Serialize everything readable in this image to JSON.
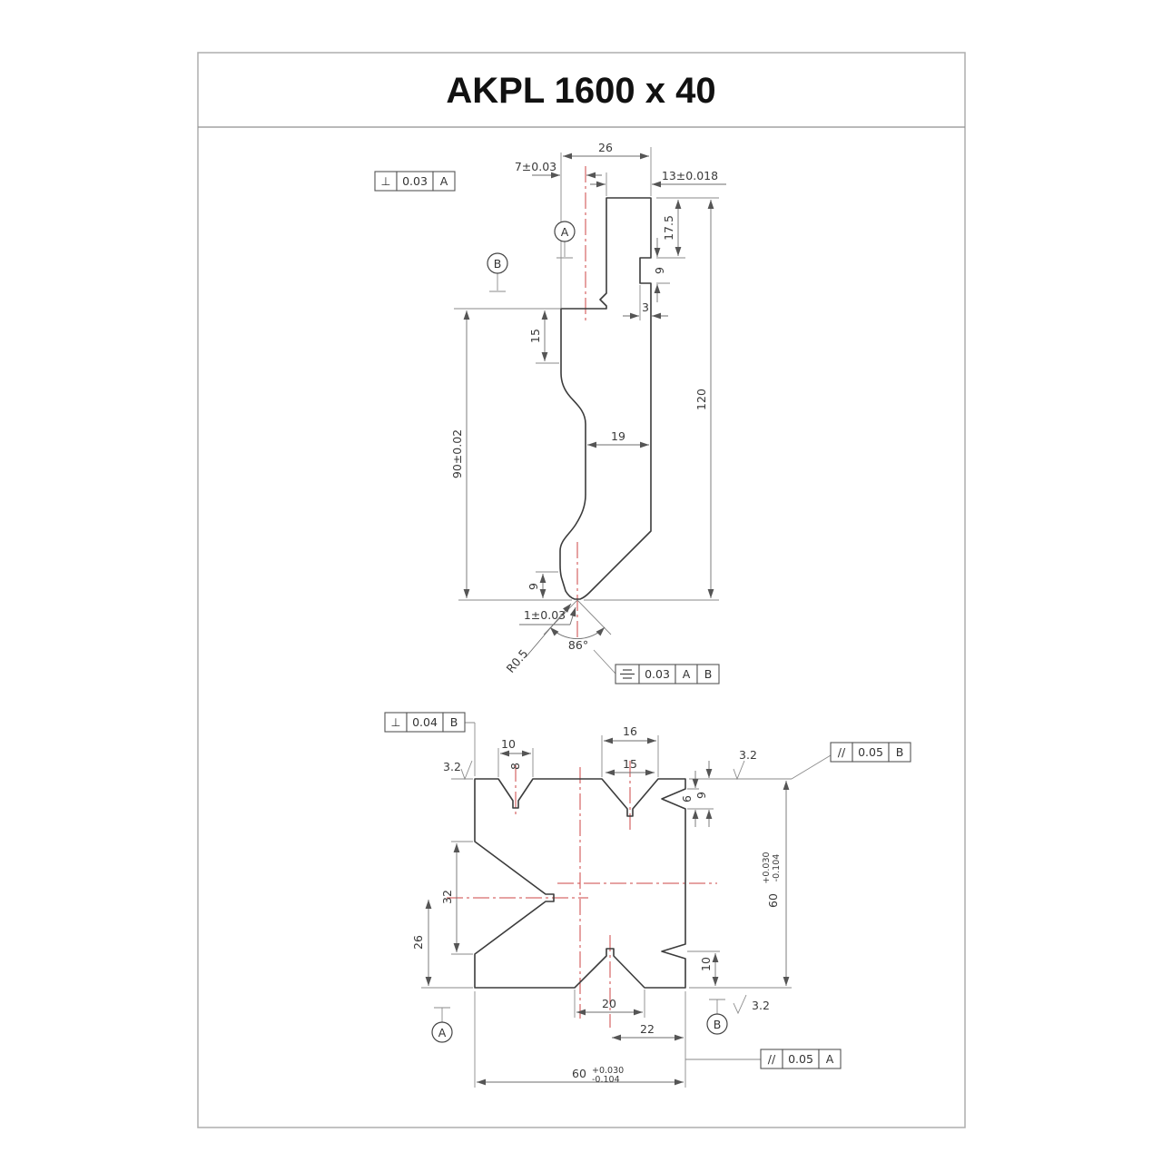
{
  "title": "AKPL 1600 x 40",
  "colors": {
    "outline": "#3c3c3c",
    "thin_line": "#8a8a8a",
    "centerline": "#cc4444"
  },
  "punch": {
    "dims": {
      "width_top": "26",
      "left_offset": "7±0.03",
      "tang_width": "13±0.018",
      "notch_top": "17.5",
      "notch_height": "9",
      "notch_depth": "3",
      "shoulder": "15",
      "total_height": "120",
      "body_height": "90±0.02",
      "nose_width": "19",
      "tip_step": "9",
      "tip_flat": "1±0.03",
      "tip_angle": "86°",
      "tip_radius": "R0.5"
    },
    "fcf_perpendicularity": {
      "symbol": "⊥",
      "tolerance": "0.03",
      "datum": "A"
    },
    "fcf_symmetry": {
      "tolerance": "0.03",
      "datum_primary": "A",
      "datum_secondary": "B"
    },
    "datum_a": "A",
    "datum_b": "B"
  },
  "die": {
    "dims": {
      "v_top_left": "10",
      "v_top_left_depth": "8",
      "v_top_right_outer": "16",
      "v_top_right_inner": "15",
      "slot_height": "6",
      "slot_offset": "9",
      "v_left": "32",
      "v_left_center": "26",
      "v_bottom": "20",
      "v_bottom_offset": "22",
      "slot_bottom": "10"
    },
    "height": {
      "value": "60",
      "upper": "+0.030",
      "lower": "-0.104"
    },
    "width": {
      "value": "60",
      "upper": "+0.030",
      "lower": "-0.104"
    },
    "fcf_perpendicularity": {
      "symbol": "⊥",
      "tolerance": "0.04",
      "datum": "B"
    },
    "fcf_parallelism_top": {
      "symbol": "//",
      "tolerance": "0.05",
      "datum": "B"
    },
    "fcf_parallelism_bottom": {
      "symbol": "//",
      "tolerance": "0.05",
      "datum": "A"
    },
    "datum_a": "A",
    "datum_b": "B",
    "roughness_left": "3.2",
    "roughness_right": "3.2",
    "roughness_bottom": "3.2"
  }
}
